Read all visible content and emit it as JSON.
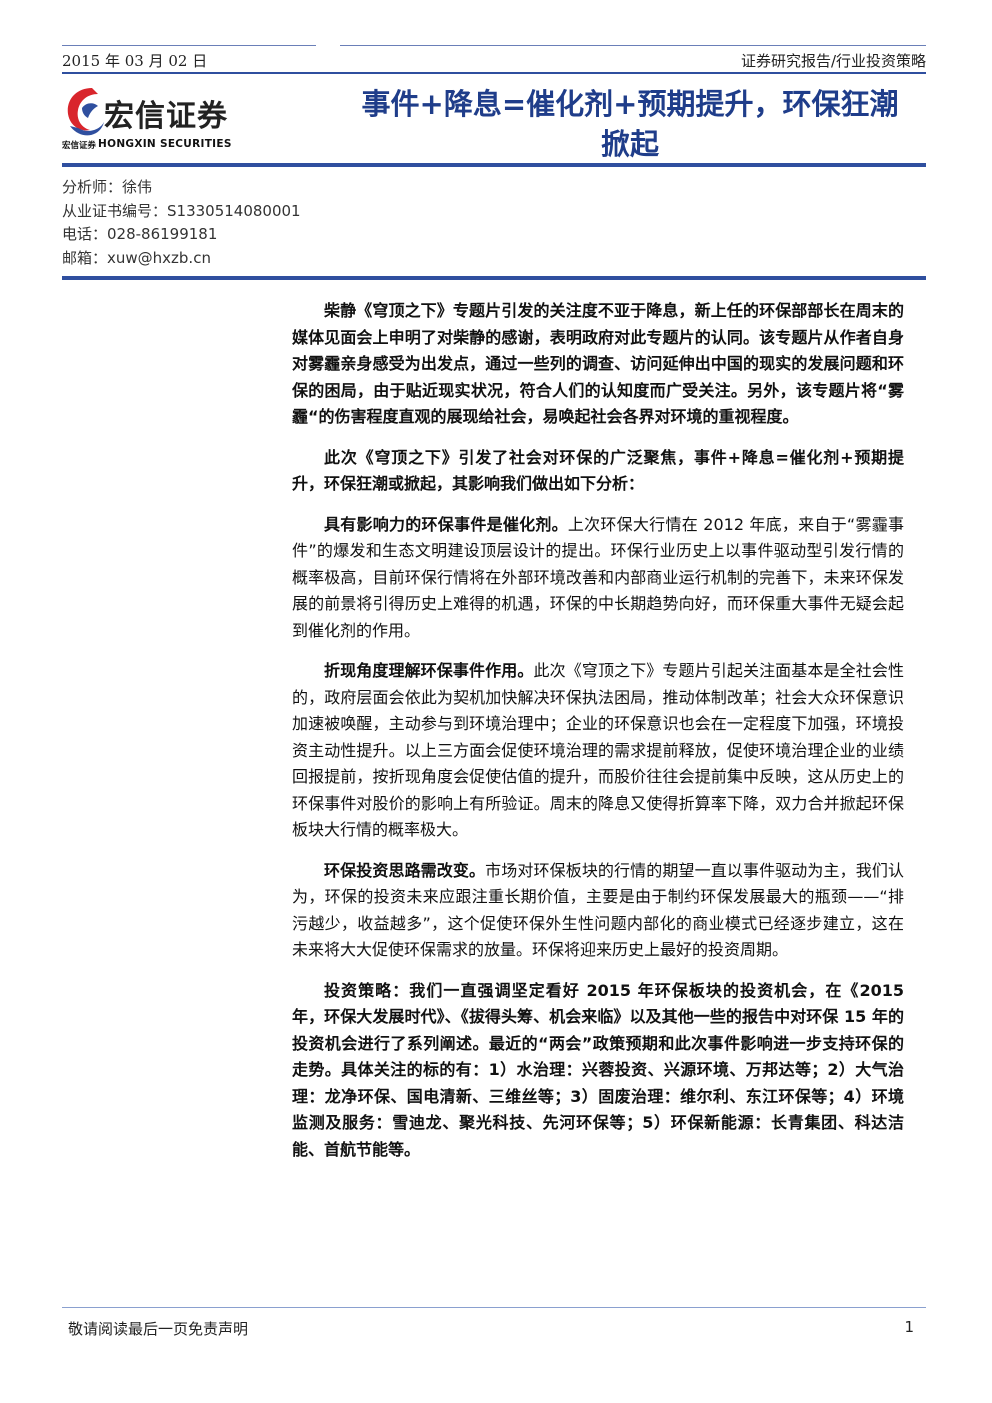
{
  "header": {
    "date": "2015 年 03 月 02 日",
    "category": "证券研究报告/行业投资策略",
    "colors": {
      "accent": "#2f4f9f",
      "title": "#1f3d8a",
      "logo_red": "#d9252c"
    }
  },
  "logo": {
    "name_cn": "宏信证券",
    "name_en": "HONGXIN SECURITIES",
    "small_cn": "宏信证券",
    "icon": "hongxin-logo-icon"
  },
  "title": {
    "line1": "事件+降息=催化剂+预期提升，环保狂潮",
    "line2": "掀起"
  },
  "analyst": {
    "name": "分析师：徐伟",
    "license": "从业证书编号：S1330514080001",
    "phone": "电话：028-86199181",
    "email": "邮箱：xuw@hxzb.cn"
  },
  "body": {
    "p1": "柴静《穹顶之下》专题片引发的关注度不亚于降息，新上任的环保部部长在周末的媒体见面会上申明了对柴静的感谢，表明政府对此专题片的认同。该专题片从作者自身对雾霾亲身感受为出发点，通过一些列的调查、访问延伸出中国的现实的发展问题和环保的困局，由于贴近现实状况，符合人们的认知度而广受关注。另外，该专题片将“雾霾“的伤害程度直观的展现给社会，易唤起社会各界对环境的重视程度。",
    "p2": "此次《穹顶之下》引发了社会对环保的广泛聚焦，事件+降息=催化剂+预期提升，环保狂潮或掀起，其影响我们做出如下分析：",
    "p3_bold": "具有影响力的环保事件是催化剂。",
    "p3_rest": "上次环保大行情在 2012 年底，来自于“雾霾事件”的爆发和生态文明建设顶层设计的提出。环保行业历史上以事件驱动型引发行情的概率极高，目前环保行情将在外部环境改善和内部商业运行机制的完善下，未来环保发展的前景将引得历史上难得的机遇，环保的中长期趋势向好，而环保重大事件无疑会起到催化剂的作用。",
    "p4_bold": "折现角度理解环保事件作用。",
    "p4_rest": "此次《穹顶之下》专题片引起关注面基本是全社会性的，政府层面会依此为契机加快解决环保执法困局，推动体制改革；社会大众环保意识加速被唤醒，主动参与到环境治理中；企业的环保意识也会在一定程度下加强，环境投资主动性提升。以上三方面会促使环境治理的需求提前释放，促使环境治理企业的业绩回报提前，按折现角度会促使估值的提升，而股价往往会提前集中反映，这从历史上的环保事件对股价的影响上有所验证。周末的降息又使得折算率下降，双力合并掀起环保板块大行情的概率极大。",
    "p5_bold": "环保投资思路需改变。",
    "p5_rest": "市场对环保板块的行情的期望一直以事件驱动为主，我们认为，环保的投资未来应跟注重长期价值，主要是由于制约环保发展最大的瓶颈——“排污越少，收益越多”，这个促使环保外生性问题内部化的商业模式已经逐步建立，这在未来将大大促使环保需求的放量。环保将迎来历史上最好的投资周期。",
    "p6": "投资策略：我们一直强调坚定看好 2015 年环保板块的投资机会，在《2015年，环保大发展时代》、《拔得头筹、机会来临》以及其他一些的报告中对环保 15 年的投资机会进行了系列阐述。最近的“两会”政策预期和此次事件影响进一步支持环保的走势。具体关注的标的有：1）水治理：兴蓉投资、兴源环境、万邦达等；2）大气治理：龙净环保、国电清新、三维丝等；3）固废治理：维尔利、东江环保等；4）环境监测及服务：雪迪龙、聚光科技、先河环保等；5）环保新能源：长青集团、科达洁能、首航节能等。"
  },
  "footer": {
    "disclaimer": "敬请阅读最后一页免责声明",
    "page_number": "1"
  }
}
